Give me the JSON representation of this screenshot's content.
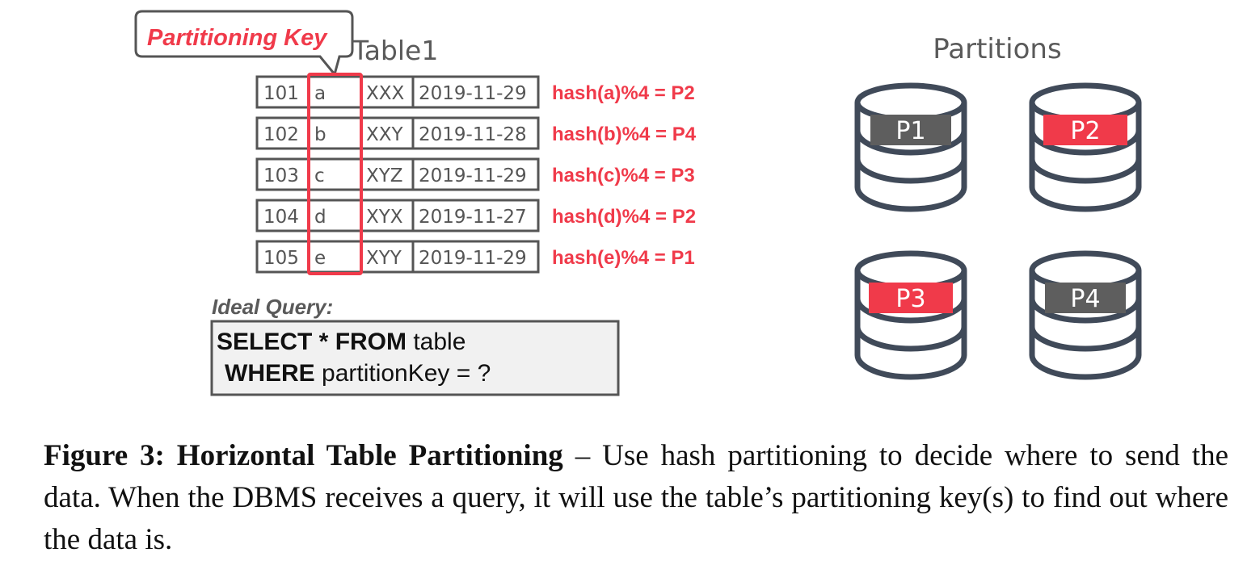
{
  "callout": {
    "label": "Partitioning Key"
  },
  "table": {
    "title": "Table1",
    "rows": [
      {
        "id": "101",
        "key": "a",
        "code": "XXX",
        "date": "2019-11-29",
        "hash": "hash(a)%4 = P2"
      },
      {
        "id": "102",
        "key": "b",
        "code": "XXY",
        "date": "2019-11-28",
        "hash": "hash(b)%4 = P4"
      },
      {
        "id": "103",
        "key": "c",
        "code": "XYZ",
        "date": "2019-11-29",
        "hash": "hash(c)%4 = P3"
      },
      {
        "id": "104",
        "key": "d",
        "code": "XYX",
        "date": "2019-11-27",
        "hash": "hash(d)%4 = P2"
      },
      {
        "id": "105",
        "key": "e",
        "code": "XYY",
        "date": "2019-11-29",
        "hash": "hash(e)%4 = P1"
      }
    ]
  },
  "query": {
    "heading": "Ideal Query:",
    "line1_keyword": "SELECT * FROM",
    "line1_rest": " table",
    "line2_keyword": "WHERE",
    "line2_rest": " partitionKey = ?"
  },
  "partitions": {
    "title": "Partitions",
    "items": [
      {
        "label": "P1",
        "highlighted": false
      },
      {
        "label": "P2",
        "highlighted": true
      },
      {
        "label": "P3",
        "highlighted": true
      },
      {
        "label": "P4",
        "highlighted": false
      }
    ]
  },
  "colors": {
    "accent_red": "#f03a4a",
    "dark_gray": "#404a59",
    "cell_border": "#555555",
    "label_gray": "#5a5a5a",
    "query_bg": "#f1f1f1"
  },
  "caption": {
    "label": "Figure 3: Horizontal Table Partitioning",
    "text": " – Use hash partitioning to decide where to send the data. When the DBMS receives a query, it will use the table’s partitioning key(s) to find out where the data is."
  }
}
